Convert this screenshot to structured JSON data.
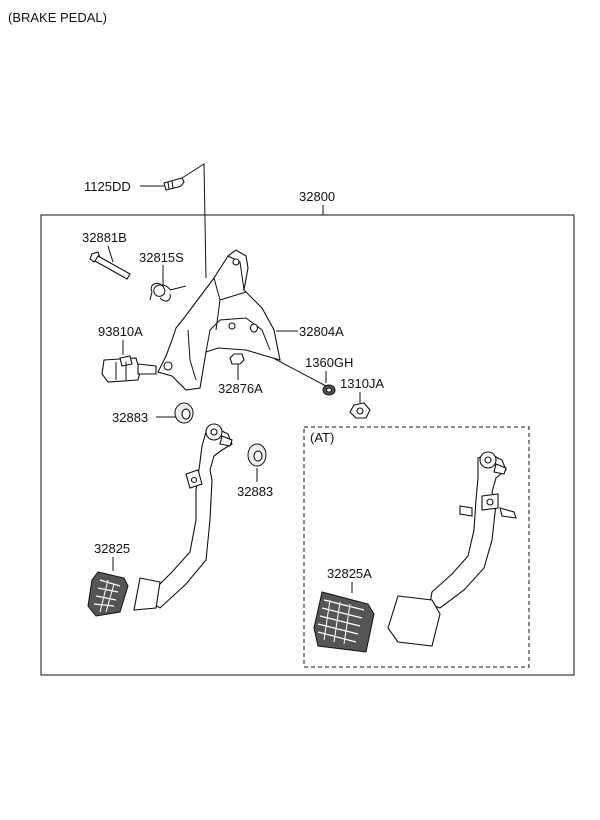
{
  "title": "(BRAKE PEDAL)",
  "labels": {
    "p1125DD": "1125DD",
    "p32800": "32800",
    "p32881B": "32881B",
    "p32815S": "32815S",
    "p93810A": "93810A",
    "p32804A": "32804A",
    "p1360GH": "1360GH",
    "p32876A": "32876A",
    "p1310JA": "1310JA",
    "p32883a": "32883",
    "p32883b": "32883",
    "p32825": "32825",
    "p32825A": "32825A",
    "at": "(AT)"
  }
}
